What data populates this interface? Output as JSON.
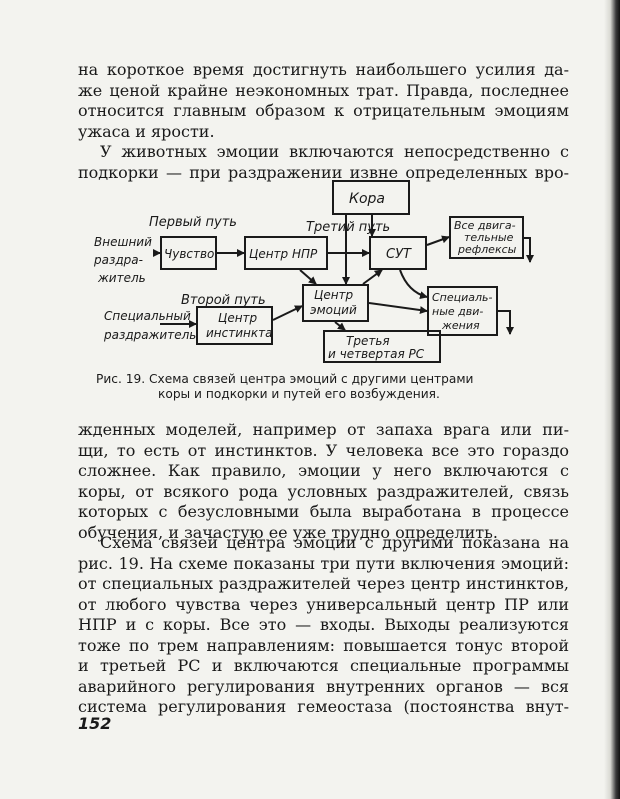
{
  "paragraph_1": [
    "на короткое время достигнуть наибольшего усилия да-",
    "же ценой крайне неэкономных трат. Правда, последнее",
    "относится главным образом к отрицательным эмоциям",
    "ужаса и ярости."
  ],
  "paragraph_2": [
    "У животных эмоции включаются непосредственно с",
    "подкорки — при раздражении извне определенных вро-"
  ],
  "diagram": {
    "box_kora": "Кора",
    "label_first_path": "Первый путь",
    "label_third_path": "Третий путь",
    "label_second_path": "Второй путь",
    "external_stimulus": [
      "Внешний",
      "раздра-",
      "житель"
    ],
    "box_feeling": "Чувство",
    "box_center_npr": "Центр НПР",
    "box_sut": "СУТ",
    "box_all_reflexes": [
      "Все двига-",
      "тельные",
      "рефлексы"
    ],
    "special_stimulus": [
      "Специальный",
      "раздражитель"
    ],
    "box_instinct_center": [
      "Центр",
      "инстинкта"
    ],
    "box_emotion_center": [
      "Центр",
      "эмоций"
    ],
    "box_special_movements": [
      "Специаль-",
      "ные дви-",
      "жения"
    ],
    "box_third_fourth": [
      "Третья",
      "и четвертая РС"
    ]
  },
  "caption": [
    "Рис. 19. Схема связей центра эмоций с другими центрами",
    "коры и подкорки и путей его возбуждения."
  ],
  "paragraph_3": [
    "жденных моделей, например от запаха врага или пи-",
    "щи, то есть от инстинктов. У человека все это гораздо",
    "сложнее. Как правило, эмоции у него включаются с",
    "коры, от всякого рода условных раздражителей, связь",
    "которых с безусловными была выработана в процессе",
    "обучения, и зачастую ее уже трудно определить."
  ],
  "paragraph_4": [
    "Схема связей центра эмоции с другими показана на",
    "рис. 19. На схеме показаны три пути включения эмоций:",
    "от специальных раздражителей через центр инстинктов,",
    "от любого чувства через универсальный центр ПР или",
    "НПР и с коры. Все это — входы. Выходы реализуются",
    "тоже по трем направлениям: повышается тонус второй",
    "и третьей РС и включаются специальные программы",
    "аварийного регулирования внутренних органов — вся",
    "система регулирования гемеостаза (постоянства внут-"
  ],
  "page_number": "152"
}
